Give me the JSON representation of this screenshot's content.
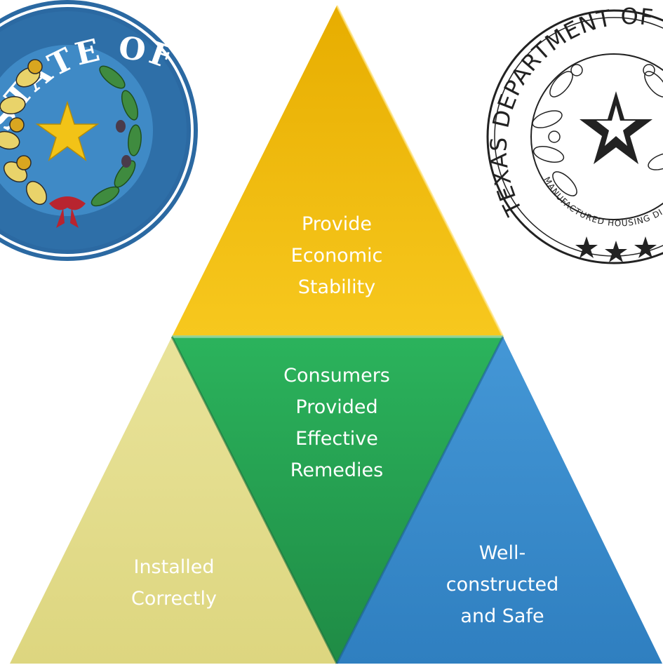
{
  "seal_left": {
    "text": "STATE OF TEXAS",
    "colors": {
      "ring": "#2e6fa8",
      "inner": "#3f8ac6",
      "star": "#f2c317",
      "leaf": "#3f8b3f",
      "acorn": "#e9d36a"
    }
  },
  "seal_right": {
    "text_outer": "TEXAS DEPARTMENT OF HOUSING AND COMMUNITY AFFAIRS",
    "text_inner": "MANUFACTURED HOUSING DIVISION",
    "colors": {
      "ink": "#222222"
    }
  },
  "segments": {
    "top": {
      "lines": [
        "Provide",
        "Economic",
        "Stability"
      ],
      "color": "#f3bd12"
    },
    "center": {
      "lines": [
        "Consumers",
        "Provided",
        "Effective",
        "Remedies"
      ],
      "color": "#27a053"
    },
    "left": {
      "lines": [
        "Installed",
        "Correctly"
      ],
      "color": "#e2dc8b"
    },
    "right": {
      "lines": [
        "Well-",
        "constructed",
        "and Safe"
      ],
      "color": "#3a8ccb"
    }
  }
}
